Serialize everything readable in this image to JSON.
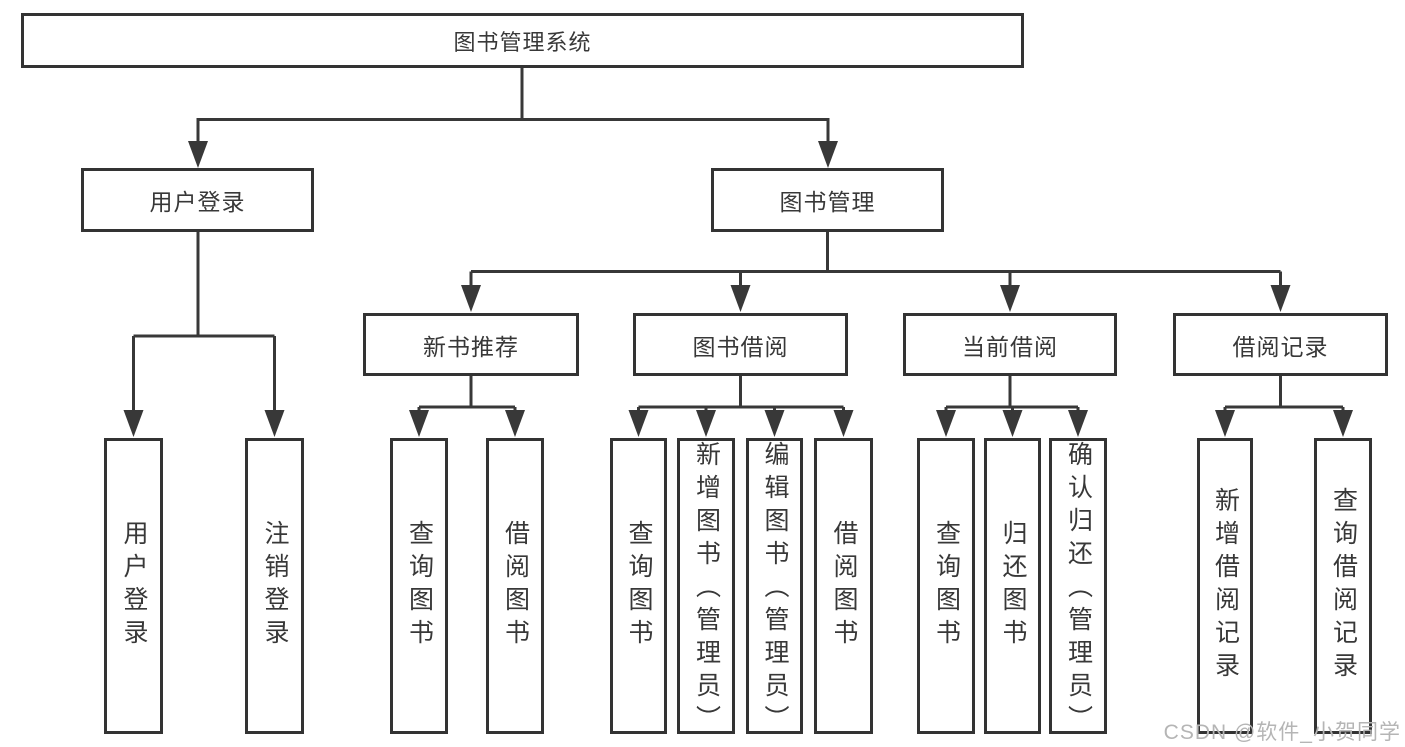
{
  "diagram": {
    "line_color": "#383838",
    "border_color": "#333333",
    "text_color": "#383838",
    "watermark_color": "#b5b5b5"
  },
  "tree": {
    "label": "图书管理系统",
    "children": [
      {
        "label": "用户登录",
        "children": [
          {
            "label": "用户登录"
          },
          {
            "label": "注销登录"
          }
        ]
      },
      {
        "label": "图书管理",
        "children": [
          {
            "label": "新书推荐",
            "children": [
              {
                "label": "查询图书"
              },
              {
                "label": "借阅图书"
              }
            ]
          },
          {
            "label": "图书借阅",
            "children": [
              {
                "label": "查询图书"
              },
              {
                "label": "新增图书（管理员）"
              },
              {
                "label": "编辑图书（管理员）"
              },
              {
                "label": "借阅图书"
              }
            ]
          },
          {
            "label": "当前借阅",
            "children": [
              {
                "label": "查询图书"
              },
              {
                "label": "归还图书"
              },
              {
                "label": "确认归还（管理员）"
              }
            ]
          },
          {
            "label": "借阅记录",
            "children": [
              {
                "label": "新增借阅记录"
              },
              {
                "label": "查询借阅记录"
              }
            ]
          }
        ]
      }
    ]
  },
  "watermark": "CSDN @软件_小贺同学"
}
